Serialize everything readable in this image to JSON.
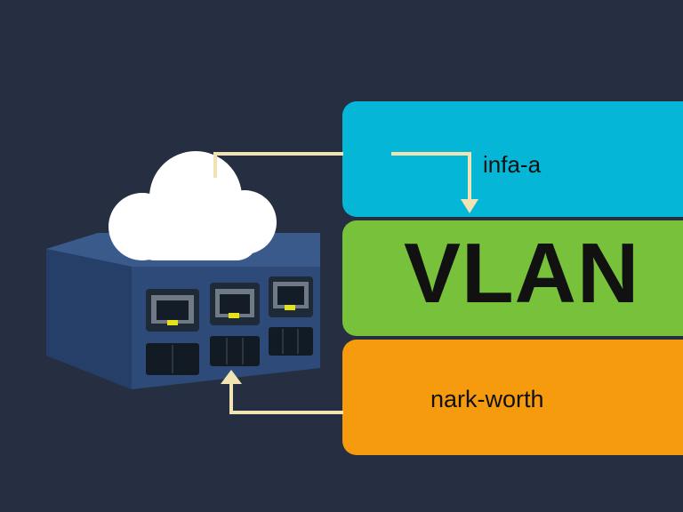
{
  "bands": [
    {
      "label": "infa-a",
      "color": "#06b6d6"
    },
    {
      "label": "VLAN",
      "color": "#77c23a"
    },
    {
      "label": "nark-worth",
      "color": "#f59b0d"
    }
  ],
  "colors": {
    "background": "#252f41",
    "arrow": "#f2e3b3",
    "switch_body": "#2e4a78",
    "cloud": "#ffffff",
    "port_led": "#e6e21a"
  },
  "icons": [
    "cloud-icon",
    "network-switch-icon"
  ]
}
